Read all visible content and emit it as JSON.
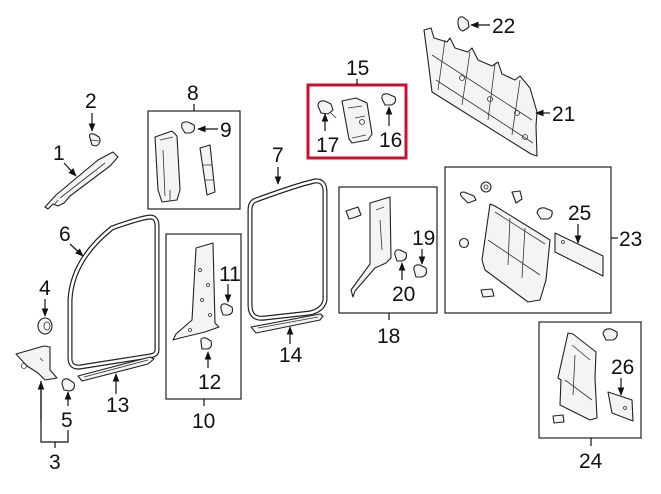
{
  "diagram": {
    "title": "Interior Trim - Pillars, Door Opening Seals & Rear Panel",
    "highlight_color": "#c8102e",
    "line_color": "#222222",
    "callouts": {
      "c1": "1",
      "c2": "2",
      "c3": "3",
      "c4": "4",
      "c5": "5",
      "c6": "6",
      "c7": "7",
      "c8": "8",
      "c9": "9",
      "c10": "10",
      "c11": "11",
      "c12": "12",
      "c13": "13",
      "c14": "14",
      "c15": "15",
      "c16": "16",
      "c17": "17",
      "c18": "18",
      "c19": "19",
      "c20": "20",
      "c21": "21",
      "c22": "22",
      "c23": "23",
      "c24": "24",
      "c25": "25",
      "c26": "26"
    },
    "highlighted_group": "15"
  }
}
